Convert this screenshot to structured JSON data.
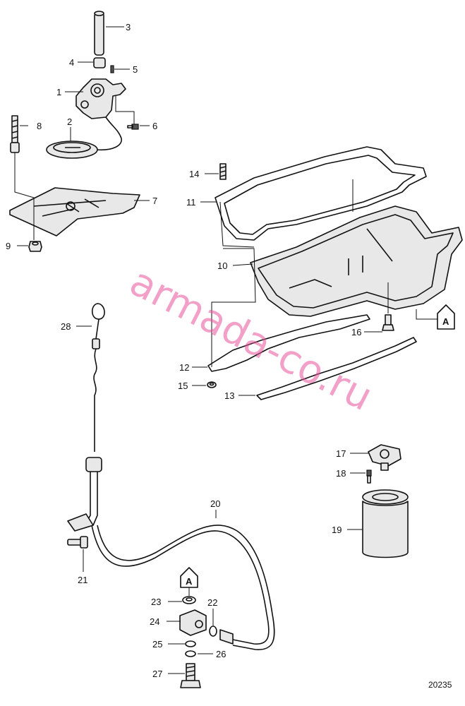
{
  "callouts": {
    "c1": "1",
    "c2": "2",
    "c3": "3",
    "c4": "4",
    "c5": "5",
    "c6": "6",
    "c7": "7",
    "c8": "8",
    "c9": "9",
    "c10": "10",
    "c11": "11",
    "c12": "12",
    "c13": "13",
    "c14": "14",
    "c15": "15",
    "c16": "16",
    "c17": "17",
    "c18": "18",
    "c19": "19",
    "c20": "20",
    "c21": "21",
    "c22": "22",
    "c23": "23",
    "c24": "24",
    "c25": "25",
    "c26": "26",
    "c27": "27",
    "c28": "28"
  },
  "reference_markers": {
    "a1": "A",
    "a2": "A"
  },
  "watermark": "armada-co.ru",
  "drawing_number": "20235",
  "colors": {
    "line": "#111111",
    "watermark": "#e8549a",
    "background": "#ffffff"
  }
}
